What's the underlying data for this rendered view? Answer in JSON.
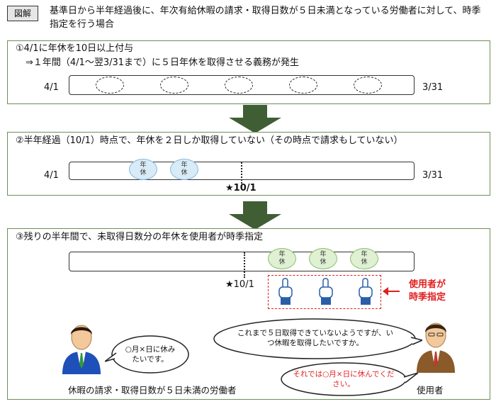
{
  "header": {
    "tag": "図解",
    "text": "基準日から半年経過後に、年次有給休暇の請求・取得日数が５日未満となっている労働者に対して、時季指定を行う場合"
  },
  "panel1": {
    "line1": "①4/1に年休を10日以上付与",
    "line2": "⇒１年間（4/1～翌3/31まで）に５日年休を取得させる義務が発生",
    "start": "4/1",
    "end": "3/31"
  },
  "panel2": {
    "title": "②半年経過（10/1）時点で、年休を２日しか取得していない（その時点で請求もしていない）",
    "start": "4/1",
    "end": "3/31",
    "marker": "★10/1",
    "leave_line1": "年",
    "leave_line2": "休"
  },
  "panel3": {
    "title": "③残りの半年間で、未取得日数分の年休を使用者が時季指定",
    "marker": "★10/1",
    "leave_line1": "年",
    "leave_line2": "休",
    "employer_note_line1": "使用者が",
    "employer_note_line2": "時季指定",
    "worker_bubble": "○月×日に休みたいです。",
    "employer_bubble": "これまで５日取得できていないようですが、いつ休暇を取得したいですか。",
    "employer_reply": "それでは○月×日に休んでください。",
    "worker_caption": "休暇の請求・取得日数が５日未満の労働者",
    "employer_caption": "使用者"
  },
  "colors": {
    "panel_border": "#6e8f5a",
    "arrow": "#3f5e34",
    "leave_blue": "#d8ebf7",
    "leave_green": "#dff0d3",
    "red": "#e02020"
  }
}
